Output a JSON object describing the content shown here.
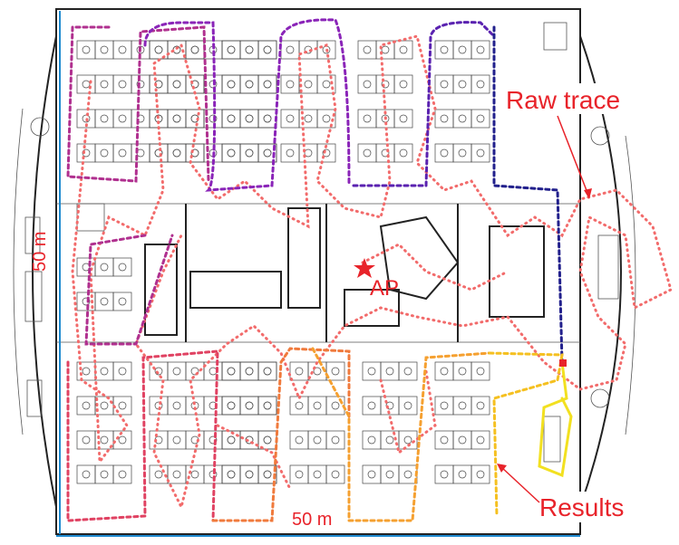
{
  "labels": {
    "raw_trace": "Raw trace",
    "results": "Results",
    "ap": "AP",
    "scale_vertical": "50 m",
    "scale_horizontal": "50 m"
  },
  "colors": {
    "label": "#e8232a",
    "raw_trace": "#f26b6b",
    "result_magenta": "#b0308f",
    "result_purple": "#8a24b8",
    "result_indigo": "#5a22b0",
    "result_navy": "#22208c",
    "result_red": "#e04262",
    "result_orange": "#f07a3c",
    "result_amber": "#f5a030",
    "result_gold": "#f5c020",
    "result_yellow": "#f2e020",
    "scale_bar": "#1e8ad0"
  }
}
